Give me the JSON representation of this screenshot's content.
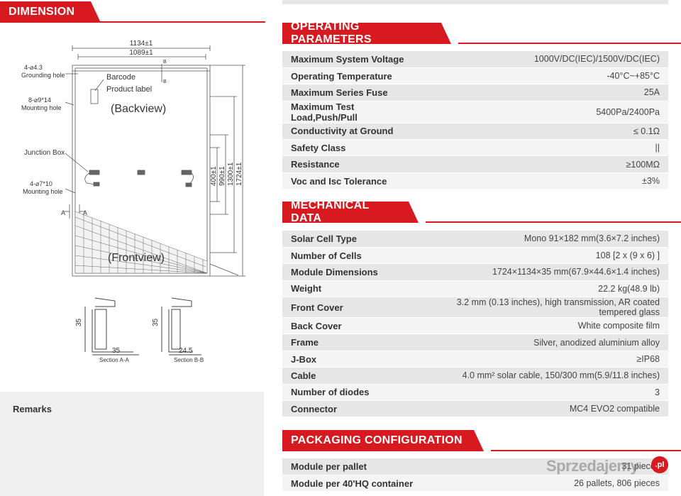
{
  "dimension": {
    "title": "DIMENSION",
    "labels": {
      "width_outer": "1134±1",
      "width_inner": "1089±1",
      "b_mark": "B",
      "a_mark": "A",
      "grounding_hole_spec": "4-⌀4.3",
      "grounding_hole": "Grounding hole",
      "barcode": "Barcode",
      "product_label": "Product label",
      "mounting_hole_1_spec": "8-⌀9*14",
      "mounting_hole_1": "Mounting hole",
      "backview": "(Backview)",
      "junction_box": "Junction Box",
      "mounting_hole_2_spec": "4-⌀7*10",
      "mounting_hole_2": "Mounting hole",
      "frontview": "(Frontview)",
      "h400": "400±1",
      "h990": "990±1",
      "h1300": "1300±1",
      "h1724": "1724±1",
      "section_a_height": "35",
      "section_a_width": "35",
      "section_a_name": "Section A-A",
      "section_b_height": "35",
      "section_b_width": "24.5",
      "section_b_name": "Section B-B"
    }
  },
  "remarks": {
    "title": "Remarks"
  },
  "operating": {
    "title": "OPERATING PARAMETERS",
    "rows": [
      {
        "k": "Maximum System Voltage",
        "v": "1000V/DC(IEC)/1500V/DC(IEC)"
      },
      {
        "k": "Operating Temperature",
        "v": "-40°C~+85°C"
      },
      {
        "k": "Maximum Series Fuse",
        "v": "25A"
      },
      {
        "k": "Maximum Test Load,Push/Pull",
        "v": "5400Pa/2400Pa"
      },
      {
        "k": "Conductivity at Ground",
        "v": "≤ 0.1Ω"
      },
      {
        "k": "Safety Class",
        "v": "||"
      },
      {
        "k": "Resistance",
        "v": "≥100MΩ"
      },
      {
        "k": "Voc and Isc Tolerance",
        "v": "±3%"
      }
    ]
  },
  "mechanical": {
    "title": "MECHANICAL DATA",
    "rows": [
      {
        "k": "Solar Cell Type",
        "v": "Mono 91×182 mm(3.6×7.2 inches)"
      },
      {
        "k": "Number of Cells",
        "v": "108 [2 x (9 x 6) ]"
      },
      {
        "k": "Module Dimensions",
        "v": "1724×1134×35 mm(67.9×44.6×1.4 inches)"
      },
      {
        "k": "Weight",
        "v": "22.2 kg(48.9 lb)"
      },
      {
        "k": "Front Cover",
        "v": "3.2 mm (0.13 inches), high transmission, AR coated tempered glass"
      },
      {
        "k": "Back Cover",
        "v": "White composite film"
      },
      {
        "k": "Frame",
        "v": "Silver, anodized aluminium alloy"
      },
      {
        "k": "J-Box",
        "v": "≥IP68"
      },
      {
        "k": "Cable",
        "v": "4.0 mm² solar cable, 150/300 mm(5.9/11.8 inches)"
      },
      {
        "k": "Number of diodes",
        "v": "3"
      },
      {
        "k": "Connector",
        "v": "MC4 EVO2 compatible"
      }
    ]
  },
  "packaging": {
    "title": "PACKAGING CONFIGURATION",
    "rows": [
      {
        "k": "Module per pallet",
        "v": "31 pieces"
      },
      {
        "k": "Module per 40'HQ container",
        "v": "26 pallets, 806 pieces"
      }
    ]
  },
  "watermark": {
    "text": "Sprzedajemy",
    "badge": ".pl"
  },
  "colors": {
    "accent": "#d71a20",
    "row_dark": "#e6e6e6",
    "row_light": "#f4f4f4"
  }
}
